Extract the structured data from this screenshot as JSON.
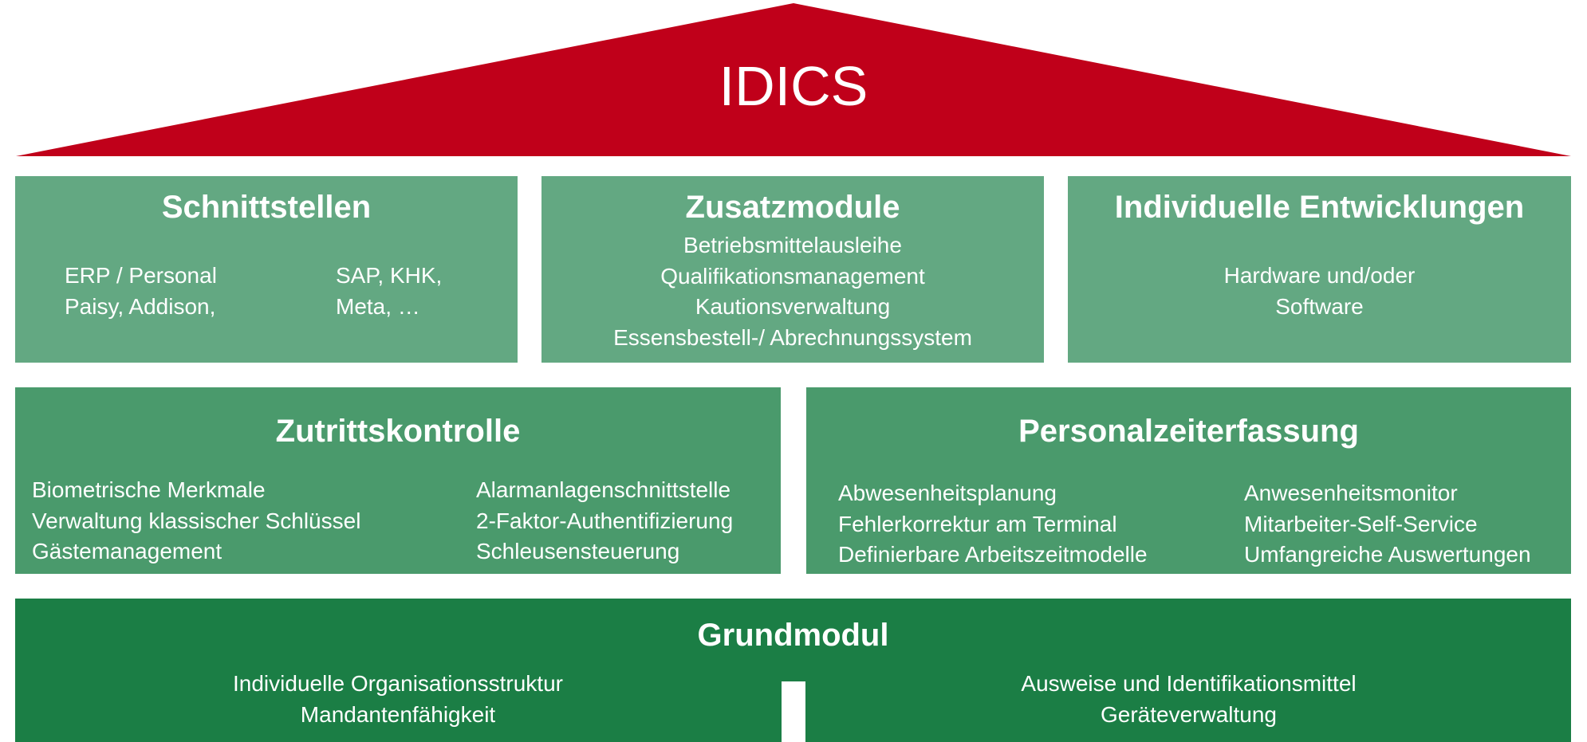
{
  "title": "IDICS",
  "colors": {
    "roof": "#c0001a",
    "upper_tier": "#63a882",
    "middle_tier": "#4a9a6c",
    "base": "#1b7e45",
    "text": "#ffffff"
  },
  "schnittstellen": {
    "title": "Schnittstellen",
    "left": [
      "ERP / Personal",
      "Paisy, Addison,"
    ],
    "right": [
      "SAP, KHK,",
      "Meta, …"
    ]
  },
  "zusatzmodule": {
    "title": "Zusatzmodule",
    "items": [
      "Betriebsmittelausleihe",
      "Qualifikationsmanagement",
      "Kautionsverwaltung",
      "Essensbestell-/ Abrechnungssystem"
    ]
  },
  "individuelle": {
    "title": "Individuelle Entwicklungen",
    "items": [
      "Hardware und/oder",
      "Software"
    ]
  },
  "zutrittskontrolle": {
    "title": "Zutrittskontrolle",
    "left": [
      "Biometrische Merkmale",
      "Verwaltung klassischer Schlüssel",
      "Gästemanagement"
    ],
    "right": [
      "Alarmanlagenschnittstelle",
      "2-Faktor-Authentifizierung",
      "Schleusensteuerung"
    ]
  },
  "personalzeit": {
    "title": "Personalzeiterfassung",
    "left": [
      "Abwesenheitsplanung",
      "Fehlerkorrektur am Terminal",
      "Definierbare Arbeitszeitmodelle"
    ],
    "right": [
      "Anwesenheitsmonitor",
      "Mitarbeiter-Self-Service",
      "Umfangreiche Auswertungen"
    ]
  },
  "grundmodul": {
    "title": "Grundmodul",
    "left": [
      "Individuelle Organisationsstruktur",
      "Mandantenfähigkeit"
    ],
    "right": [
      "Ausweise und Identifikationsmittel",
      "Geräteverwaltung"
    ]
  }
}
